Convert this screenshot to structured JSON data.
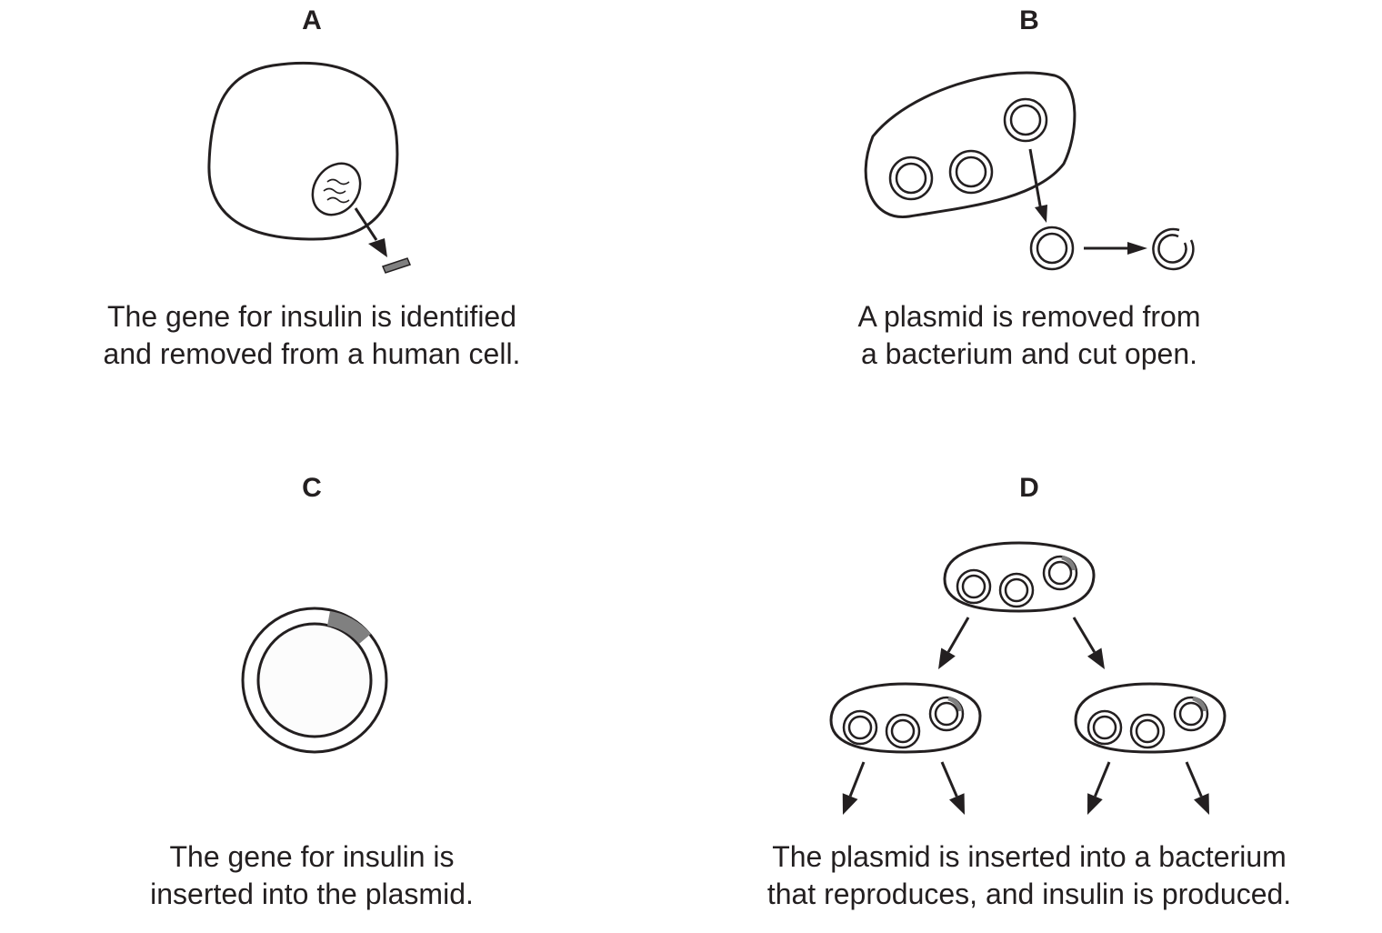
{
  "panels": {
    "a": {
      "label": "A",
      "caption": [
        "The gene for insulin is identified",
        "and removed from a human cell."
      ]
    },
    "b": {
      "label": "B",
      "caption": [
        "A plasmid is removed from",
        "a bacterium and cut open."
      ]
    },
    "c": {
      "label": "C",
      "caption": [
        "The gene for insulin is",
        "inserted into the plasmid."
      ]
    },
    "d": {
      "label": "D",
      "caption": [
        "The plasmid is inserted into a bacterium",
        "that reproduces, and insulin is produced."
      ]
    }
  },
  "colors": {
    "stroke": "#231f20",
    "gene": "#808080"
  }
}
